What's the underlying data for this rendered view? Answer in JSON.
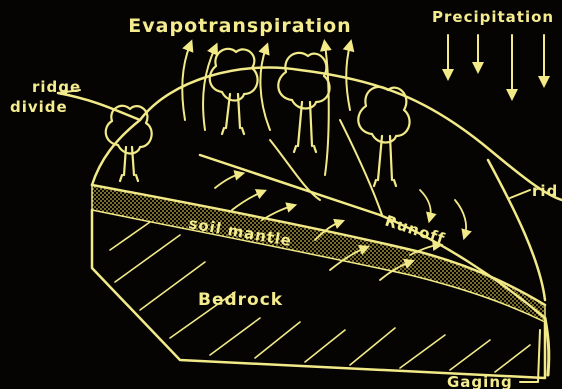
{
  "labels": {
    "evapotranspiration": "Evapotranspiration",
    "precipitation": "Precipitation",
    "ridge_divide_line1": "ridge",
    "ridge_divide_line2": "divide",
    "ridge_right": "rid",
    "soil_mantle": "soil mantle",
    "runoff": "Runoff",
    "bedrock": "Bedrock",
    "gaging": "Gaging"
  },
  "colors": {
    "background": "#050403",
    "line": "#f2ea88",
    "text": "#f4ec8e",
    "soil_dots": "#c9b74a"
  },
  "icons": [
    "tree-icon",
    "arrow-icon",
    "precipitation-arrow-icon"
  ]
}
